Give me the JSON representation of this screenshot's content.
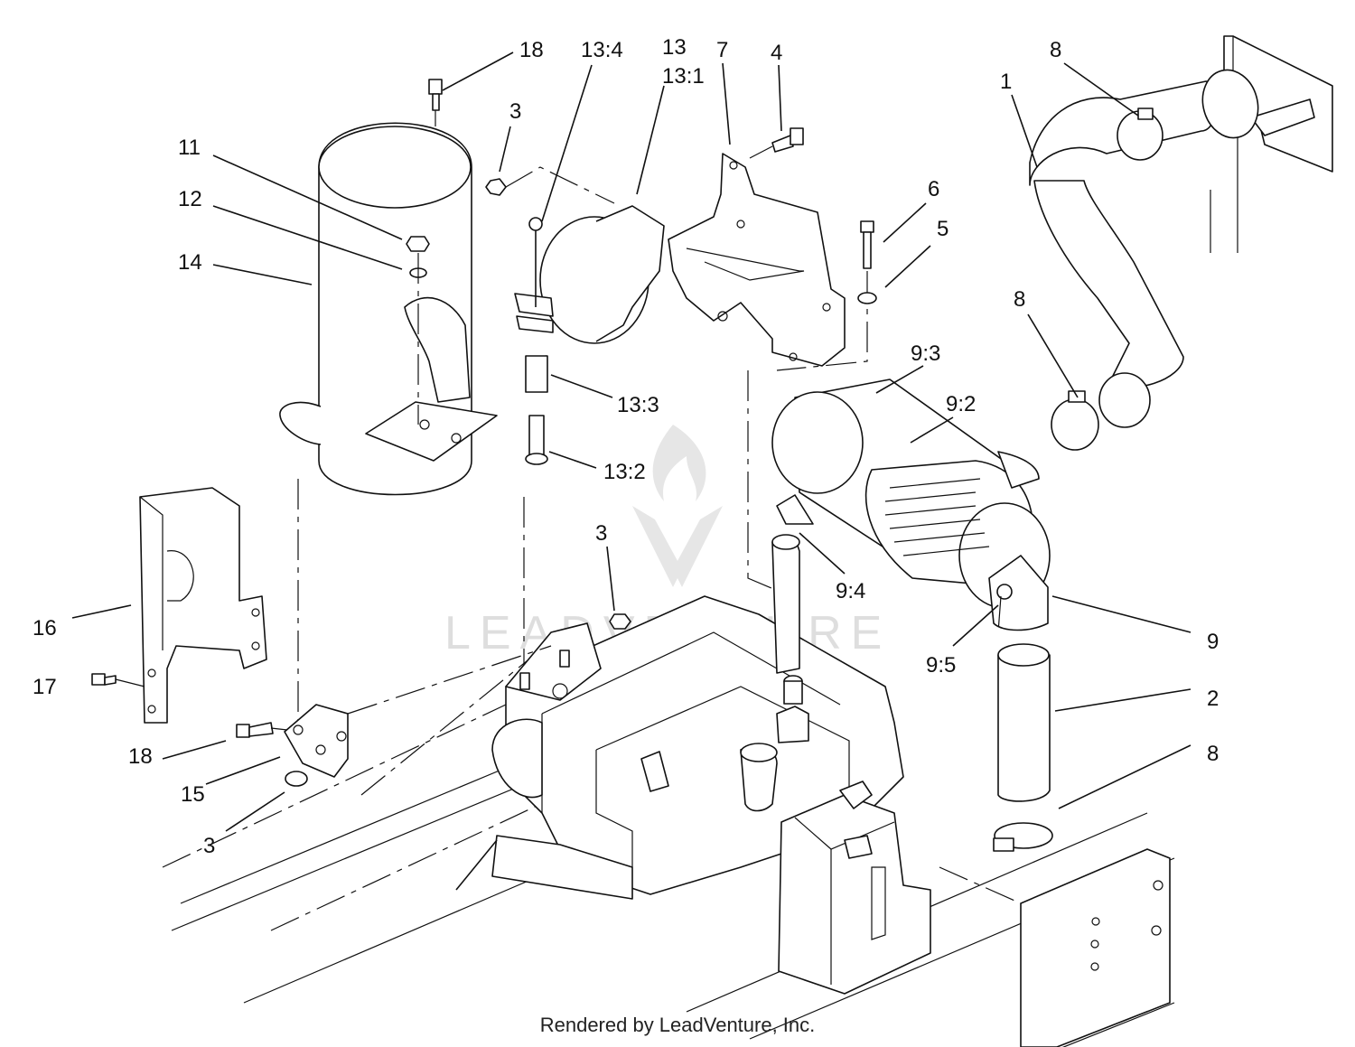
{
  "callouts": {
    "c18a": "18",
    "c13_4": "13:4",
    "c13": "13",
    "c13_1": "13:1",
    "c7": "7",
    "c4": "4",
    "c8a": "8",
    "c1": "1",
    "c3a": "3",
    "c11": "11",
    "c12": "12",
    "c14": "14",
    "c6": "6",
    "c5": "5",
    "c8b": "8",
    "c9_3": "9:3",
    "c9_2": "9:2",
    "c13_3": "13:3",
    "c13_2": "13:2",
    "c3b": "3",
    "c9_4": "9:4",
    "c16": "16",
    "c9": "9",
    "c9_5": "9:5",
    "c17": "17",
    "c2": "2",
    "c8c": "8",
    "c18b": "18",
    "c15": "15",
    "c3c": "3"
  },
  "watermark": {
    "text": "LEADVENTURE",
    "icon": "leadventure-logo-icon",
    "color": "#dedede"
  },
  "footer": "Rendered by LeadVenture, Inc."
}
